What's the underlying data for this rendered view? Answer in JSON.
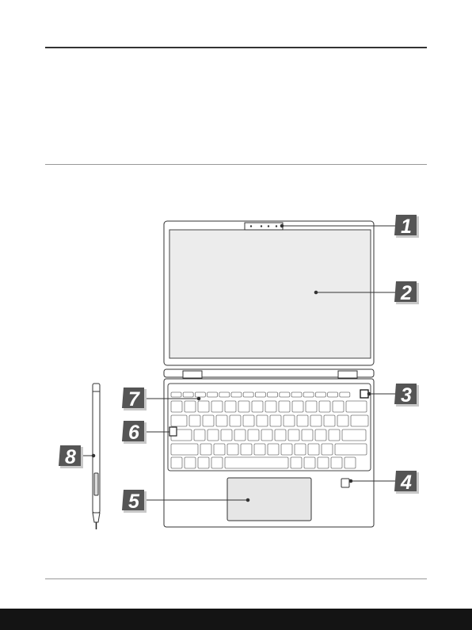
{
  "diagram": {
    "callouts": [
      {
        "id": "1",
        "label": "1"
      },
      {
        "id": "2",
        "label": "2"
      },
      {
        "id": "3",
        "label": "3"
      },
      {
        "id": "4",
        "label": "4"
      },
      {
        "id": "5",
        "label": "5"
      },
      {
        "id": "6",
        "label": "6"
      },
      {
        "id": "7",
        "label": "7"
      },
      {
        "id": "8",
        "label": "8"
      }
    ],
    "colors": {
      "badge_fill": "#555555",
      "badge_shadow": "#c8c8c8",
      "screen_fill": "#ececec",
      "outline": "#333333",
      "footer": "#141414"
    }
  }
}
